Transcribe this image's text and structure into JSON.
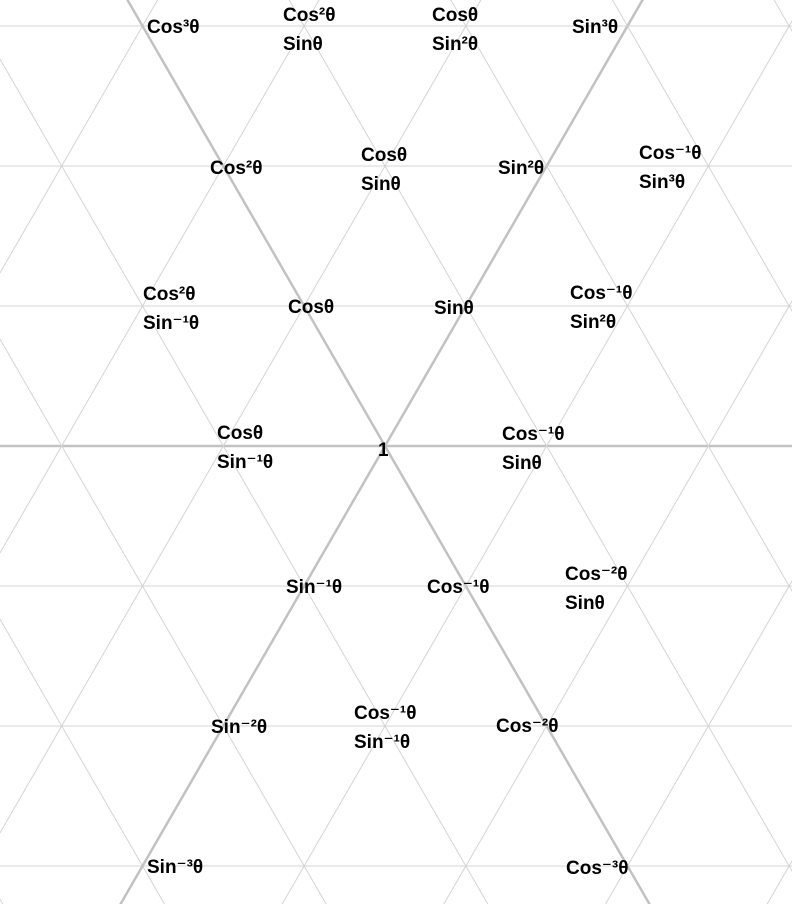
{
  "diagram": {
    "center_label": "1",
    "cells": [
      {
        "id": "cos3",
        "lines": [
          "Cos³θ"
        ]
      },
      {
        "id": "cos2-sin",
        "lines": [
          "Cos²θ",
          "Sinθ"
        ]
      },
      {
        "id": "cos-sin2",
        "lines": [
          "Cosθ",
          "Sin²θ"
        ]
      },
      {
        "id": "sin3",
        "lines": [
          "Sin³θ"
        ]
      },
      {
        "id": "cos2",
        "lines": [
          "Cos²θ"
        ]
      },
      {
        "id": "cos-sin",
        "lines": [
          "Cosθ",
          "Sinθ"
        ]
      },
      {
        "id": "sin2",
        "lines": [
          "Sin²θ"
        ]
      },
      {
        "id": "cosinv1-sin3",
        "lines": [
          "Cos⁻¹θ",
          "Sin³θ"
        ]
      },
      {
        "id": "cos2-sininv1",
        "lines": [
          "Cos²θ",
          "Sin⁻¹θ"
        ]
      },
      {
        "id": "cos",
        "lines": [
          "Cosθ"
        ]
      },
      {
        "id": "sin",
        "lines": [
          "Sinθ"
        ]
      },
      {
        "id": "cosinv1-sin2",
        "lines": [
          "Cos⁻¹θ",
          "Sin²θ"
        ]
      },
      {
        "id": "cos-sininv1",
        "lines": [
          "Cosθ",
          "Sin⁻¹θ"
        ]
      },
      {
        "id": "cosinv1-sin",
        "lines": [
          "Cos⁻¹θ",
          "Sinθ"
        ]
      },
      {
        "id": "sininv1",
        "lines": [
          "Sin⁻¹θ"
        ]
      },
      {
        "id": "cosinv1",
        "lines": [
          "Cos⁻¹θ"
        ]
      },
      {
        "id": "cosinv2-sin",
        "lines": [
          "Cos⁻²θ",
          "Sinθ"
        ]
      },
      {
        "id": "sininv2",
        "lines": [
          "Sin⁻²θ"
        ]
      },
      {
        "id": "cosinv1-sininv1",
        "lines": [
          "Cos⁻¹θ",
          "Sin⁻¹θ"
        ]
      },
      {
        "id": "cosinv2",
        "lines": [
          "Cos⁻²θ"
        ]
      },
      {
        "id": "sininv3",
        "lines": [
          "Sin⁻³θ"
        ]
      },
      {
        "id": "cosinv3",
        "lines": [
          "Cos⁻³θ"
        ]
      }
    ]
  },
  "colors": {
    "grid": "#d4d4d4",
    "axis": "#c2c2c2",
    "text": "#000000",
    "background": "#ffffff"
  }
}
